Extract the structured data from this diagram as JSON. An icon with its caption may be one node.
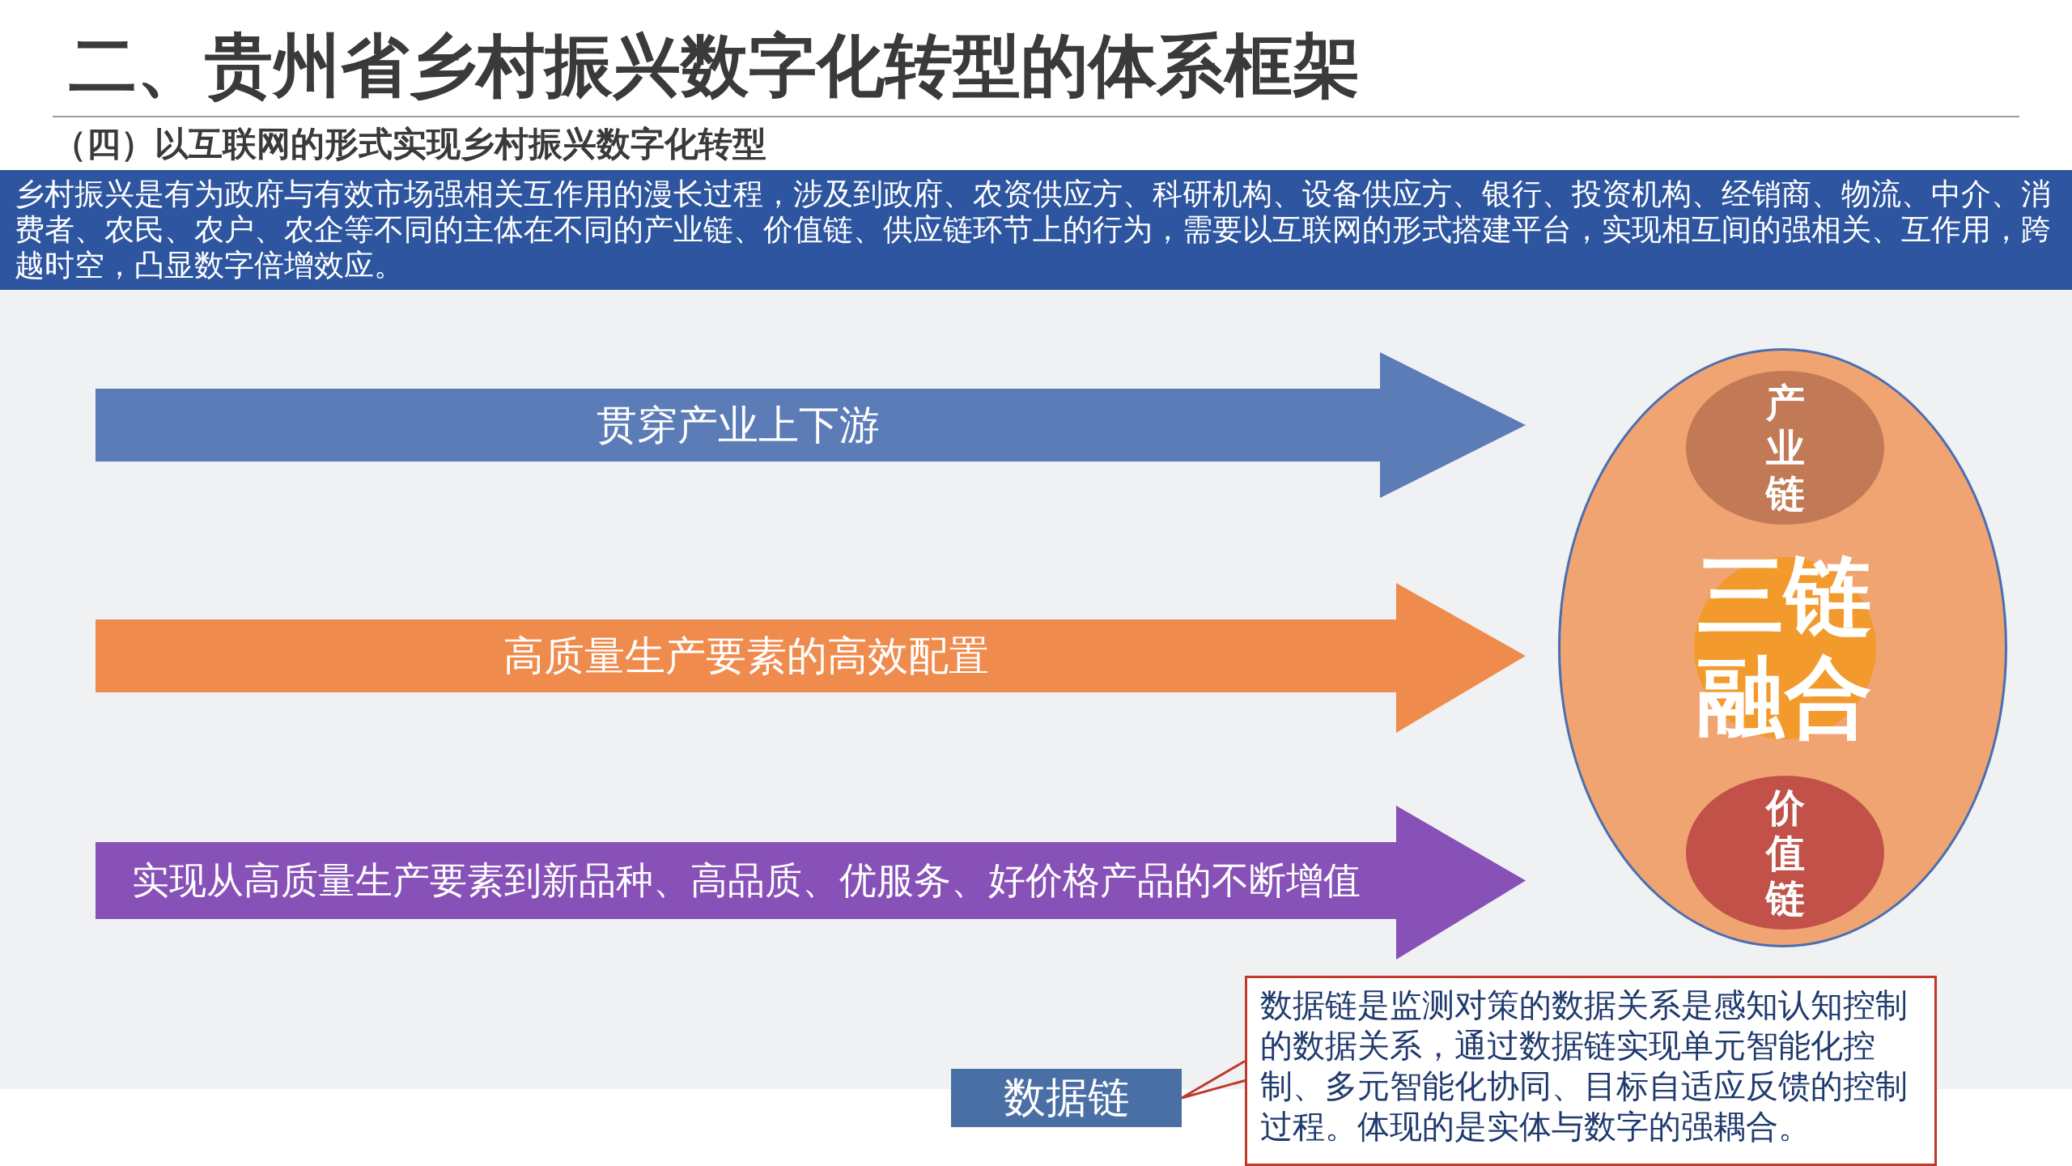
{
  "diagram": {
    "title": "二、贵州省乡村振兴数字化转型的体系框架",
    "nodes": [
      {
        "text": [
          "贯穿产业上下游"
        ]
      },
      {
        "text": [
          "高质量生产要素的高效配置"
        ]
      },
      {
        "text": [
          "实现从高质量生产要素到新品种、高品质、优服务、好价格产品的不断增值"
        ]
      },
      {
        "text": [
          "三链融合"
        ]
      },
      {
        "text": [
          "产业链"
        ],
        "in": 3
      },
      {
        "text": [
          "价值链"
        ],
        "in": 3
      },
      {
        "text": [
          "数据链"
        ]
      },
      {
        "text": [
          "数据链是监测对策的数据关系是感知认知控制的数据关系，通过数据链实现单元智能化控制、多元智能化协同、目标自适应反馈的控制过程。体现的是实体与数字的强耦合。"
        ]
      }
    ],
    "edges": [
      {
        "from": 7,
        "to": 6,
        "arrow": "none"
      }
    ],
    "labels": [
      "（四）以互联网的形式实现乡村振兴数字化转型",
      "乡村振兴是有为政府与有效市场强相关互作用的漫长过程，涉及到政府、农资供应方、科研机构、设备供应方、银行、投资机构、经销商、物流、中介、消费者、农民、农户、农企等不同的主体在不同的产业链、价值链、供应链环节上的行为，需要以互联网的形式搭建平台，实现相互间的强相关、互作用，跨越时空，凸显数字倍增效应。"
    ]
  }
}
